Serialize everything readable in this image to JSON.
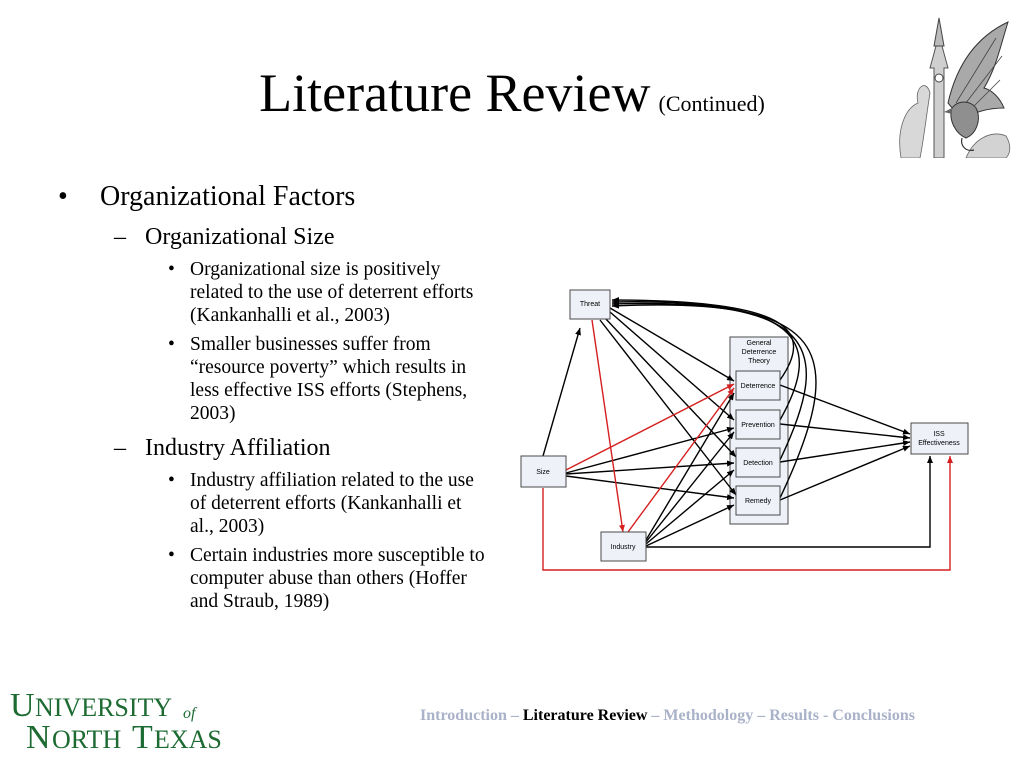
{
  "title": {
    "main": "Literature Review",
    "sub": "(Continued)"
  },
  "bullets": {
    "l1_mark": "•",
    "l2_mark": "–",
    "l3_mark": "•",
    "factors": "Organizational Factors",
    "size_heading": "Organizational Size",
    "size_points": [
      "Organizational size is positively related to the use of deterrent efforts (Kankanhalli et al., 2003)",
      "Smaller businesses suffer from “resource poverty” which results in less effective ISS efforts (Stephens, 2003)"
    ],
    "industry_heading": "Industry Affiliation",
    "industry_points": [
      "Industry affiliation related to the use of deterrent efforts (Kankanhalli et al., 2003)",
      "Certain industries more susceptible to computer abuse than others (Hoffer and Straub, 1989)"
    ]
  },
  "diagram": {
    "threat": "Threat",
    "gdt_line1": "General",
    "gdt_line2": "Deterrence",
    "gdt_line3": "Theory",
    "deterrence": "Deterrence",
    "prevention": "Prevention",
    "detection": "Detection",
    "remedy": "Remedy",
    "size": "Size",
    "industry": "Industry",
    "iss_line1": "ISS",
    "iss_line2": "Effectiveness",
    "colors": {
      "black_path": "#000000",
      "red_path": "#d61f1f",
      "box_fill": "#eef1f8",
      "box_stroke": "#4a4a4a"
    }
  },
  "footer": {
    "intro": "Introduction – ",
    "current": "Literature Review",
    "rest": " – Methodology – Results - Conclusions",
    "colors": {
      "muted": "#a9b2c8",
      "current": "#000000"
    }
  },
  "logo": {
    "line1_big": "U",
    "line1_small": "NIVERSITY",
    "of": "of",
    "line2_big_n": "N",
    "line2_small_orth": "ORTH",
    "line2_big_t": "T",
    "line2_small_exas": "EXAS",
    "color": "#1d6b33"
  },
  "crest": {
    "icon": "eagle-and-clock-tower-illustration"
  }
}
